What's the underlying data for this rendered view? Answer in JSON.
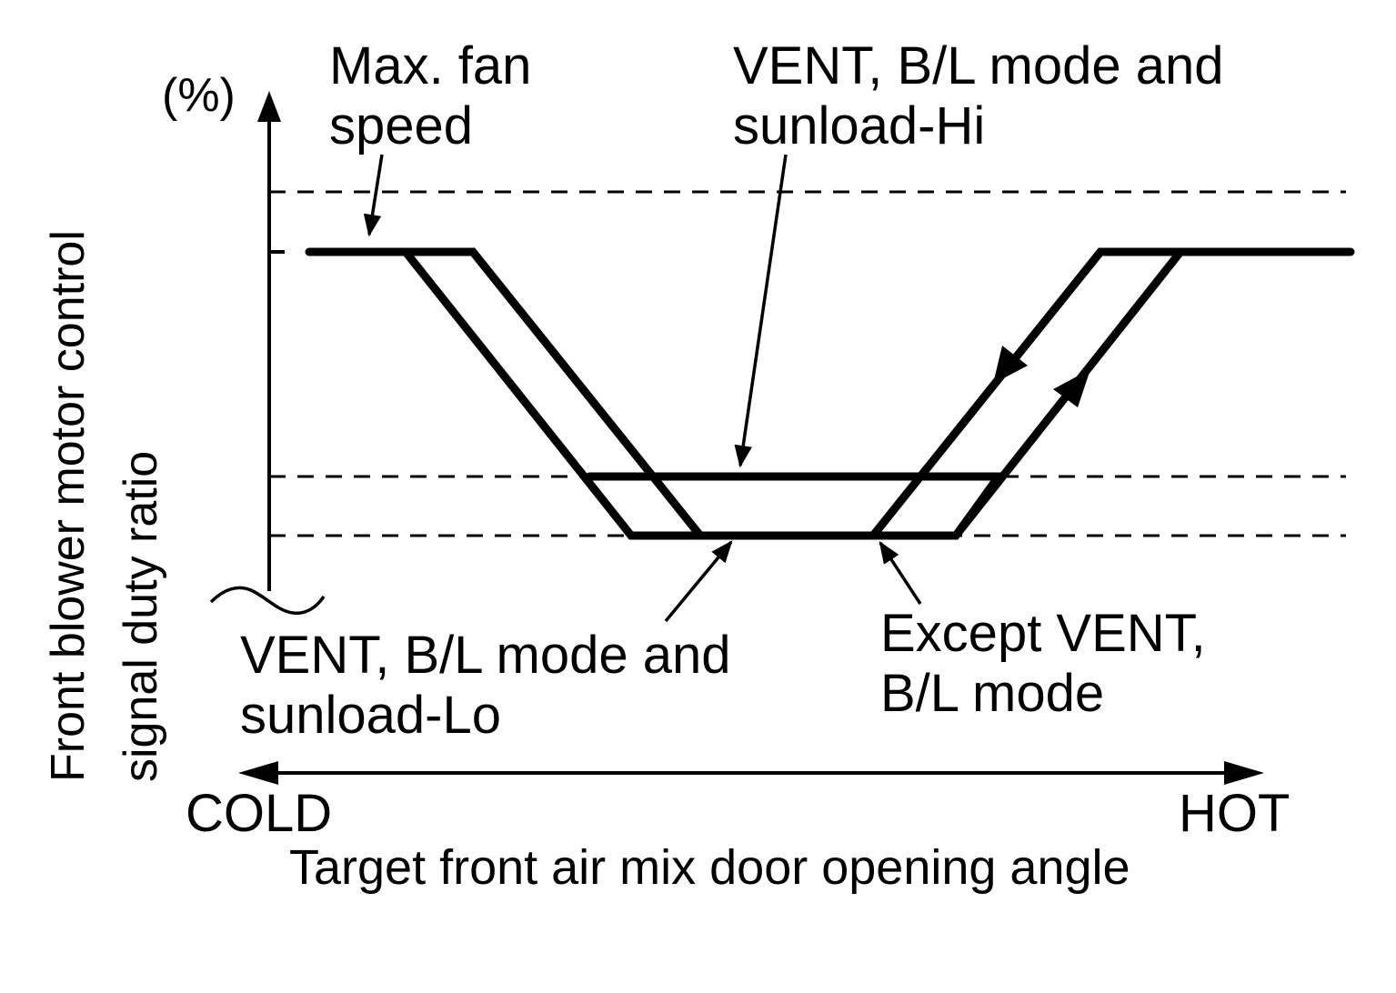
{
  "y_axis": {
    "unit": "(%)",
    "label_line1": "Front blower motor control",
    "label_line2": "signal duty ratio"
  },
  "x_axis": {
    "left_label": "COLD",
    "right_label": "HOT",
    "title": "Target front air mix door opening angle"
  },
  "annotations": {
    "max_fan_line1": "Max. fan",
    "max_fan_line2": "speed",
    "sunload_hi_line1": "VENT, B/L mode and",
    "sunload_hi_line2": "sunload-Hi",
    "sunload_lo_line1": "VENT, B/L mode and",
    "sunload_lo_line2": "sunload-Lo",
    "except_line1": "Except VENT,",
    "except_line2": "B/L mode"
  },
  "colors": {
    "ink": "#000000",
    "background": "#ffffff"
  }
}
